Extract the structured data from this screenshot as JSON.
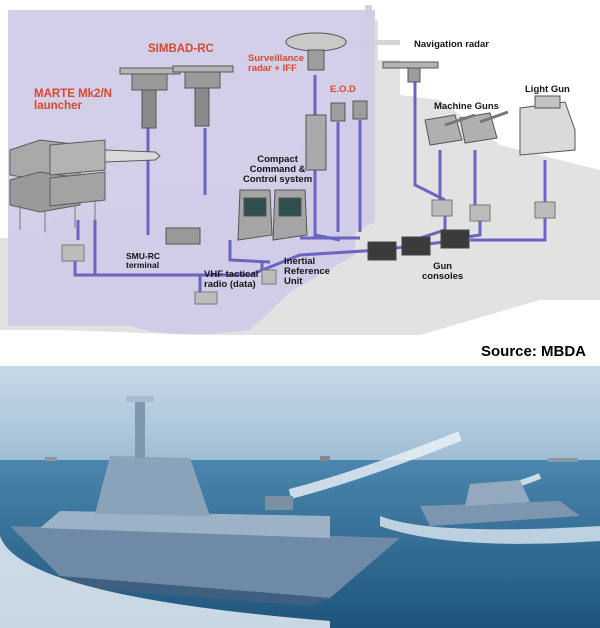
{
  "diagram": {
    "labels": {
      "marte": "MARTE Mk2/N\nlauncher",
      "simbad": "SIMBAD-RC",
      "surveillance": "Surveillance\nradar + IFF",
      "eod": "E.O.D",
      "nav_radar": "Navigation radar",
      "machine_guns": "Machine Guns",
      "light_gun": "Light Gun",
      "cms": "Compact\nCommand &\nControl system",
      "smu": "SMU-RC\nterminal",
      "vhf": "VHF tactical\nradio (data)",
      "iru": "Inertial\nReference\nUnit",
      "gun_consoles": "Gun\nconsoles"
    },
    "source": "Source: MBDA"
  },
  "colors": {
    "panel": "#cfcbe6",
    "cable": "#6a64c2",
    "ship_grey": "#dcdcdc",
    "label_red": "#d9482b",
    "sea": "#2f6f9a",
    "sky": "#b8cfe0"
  }
}
